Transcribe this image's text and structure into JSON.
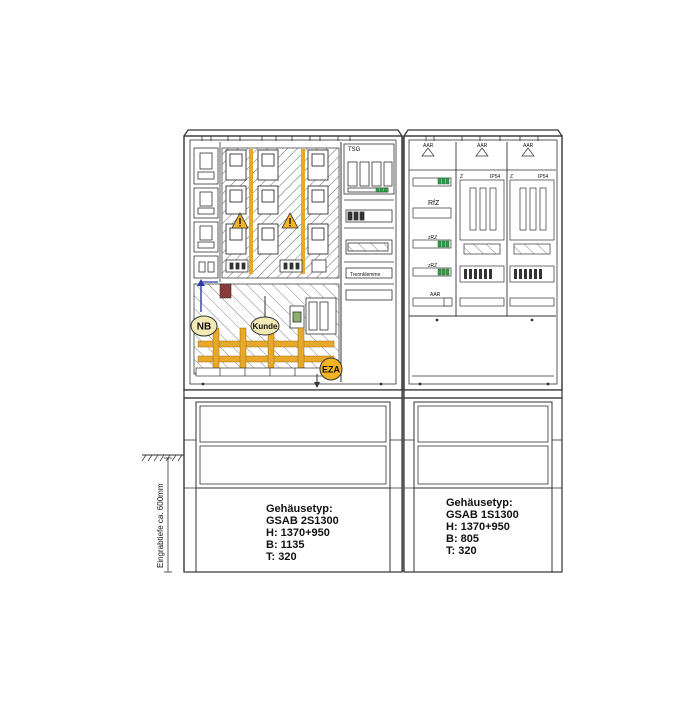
{
  "labels": {
    "tsg": "TSG",
    "trennklemme": "Trennklemme",
    "rfz": "RfZ",
    "z": "Z",
    "zrz": "zRZ",
    "aar": "AAR",
    "ip54": "IP54",
    "nb": "NB",
    "kunde": "Kunde",
    "eza": "EZA",
    "depth": "Eingrabtiefe ca. 600mm"
  },
  "left_spec": {
    "title": "Gehäusetyp:",
    "model": "GSAB 2S1300",
    "height": "H: 1370+950",
    "width": "B: 1135",
    "depth": "T: 320"
  },
  "right_spec": {
    "title": "Gehäusetyp:",
    "model": "GSAB 1S1300",
    "height": "H: 1370+950",
    "width": "B: 805",
    "depth": "T: 320"
  },
  "colors": {
    "line": "#333333",
    "busbar": "#e8a92a",
    "badge": "#f3e9b5",
    "eza": "#f4b323",
    "arrow": "#2d3aa8",
    "fuse": "#8b3a3a",
    "terminal_green": "#2ea043"
  }
}
